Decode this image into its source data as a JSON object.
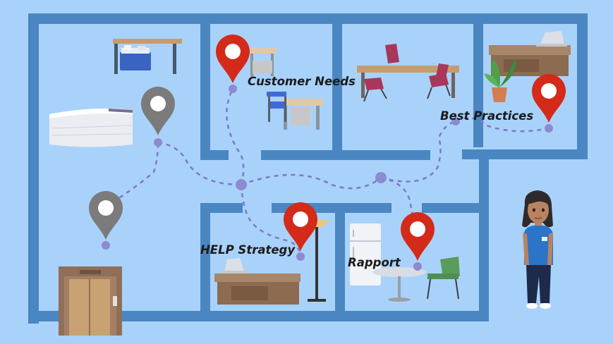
{
  "labels": {
    "customer_needs": "Customer Needs",
    "best_practices": "Best Practices",
    "help_strategy": "HELP Strategy",
    "rapport": "Rapport"
  },
  "pins": {
    "visited_color": "#7b7b7b",
    "active_color": "#d42a1a"
  },
  "icons": [
    "map-pin-icon"
  ]
}
